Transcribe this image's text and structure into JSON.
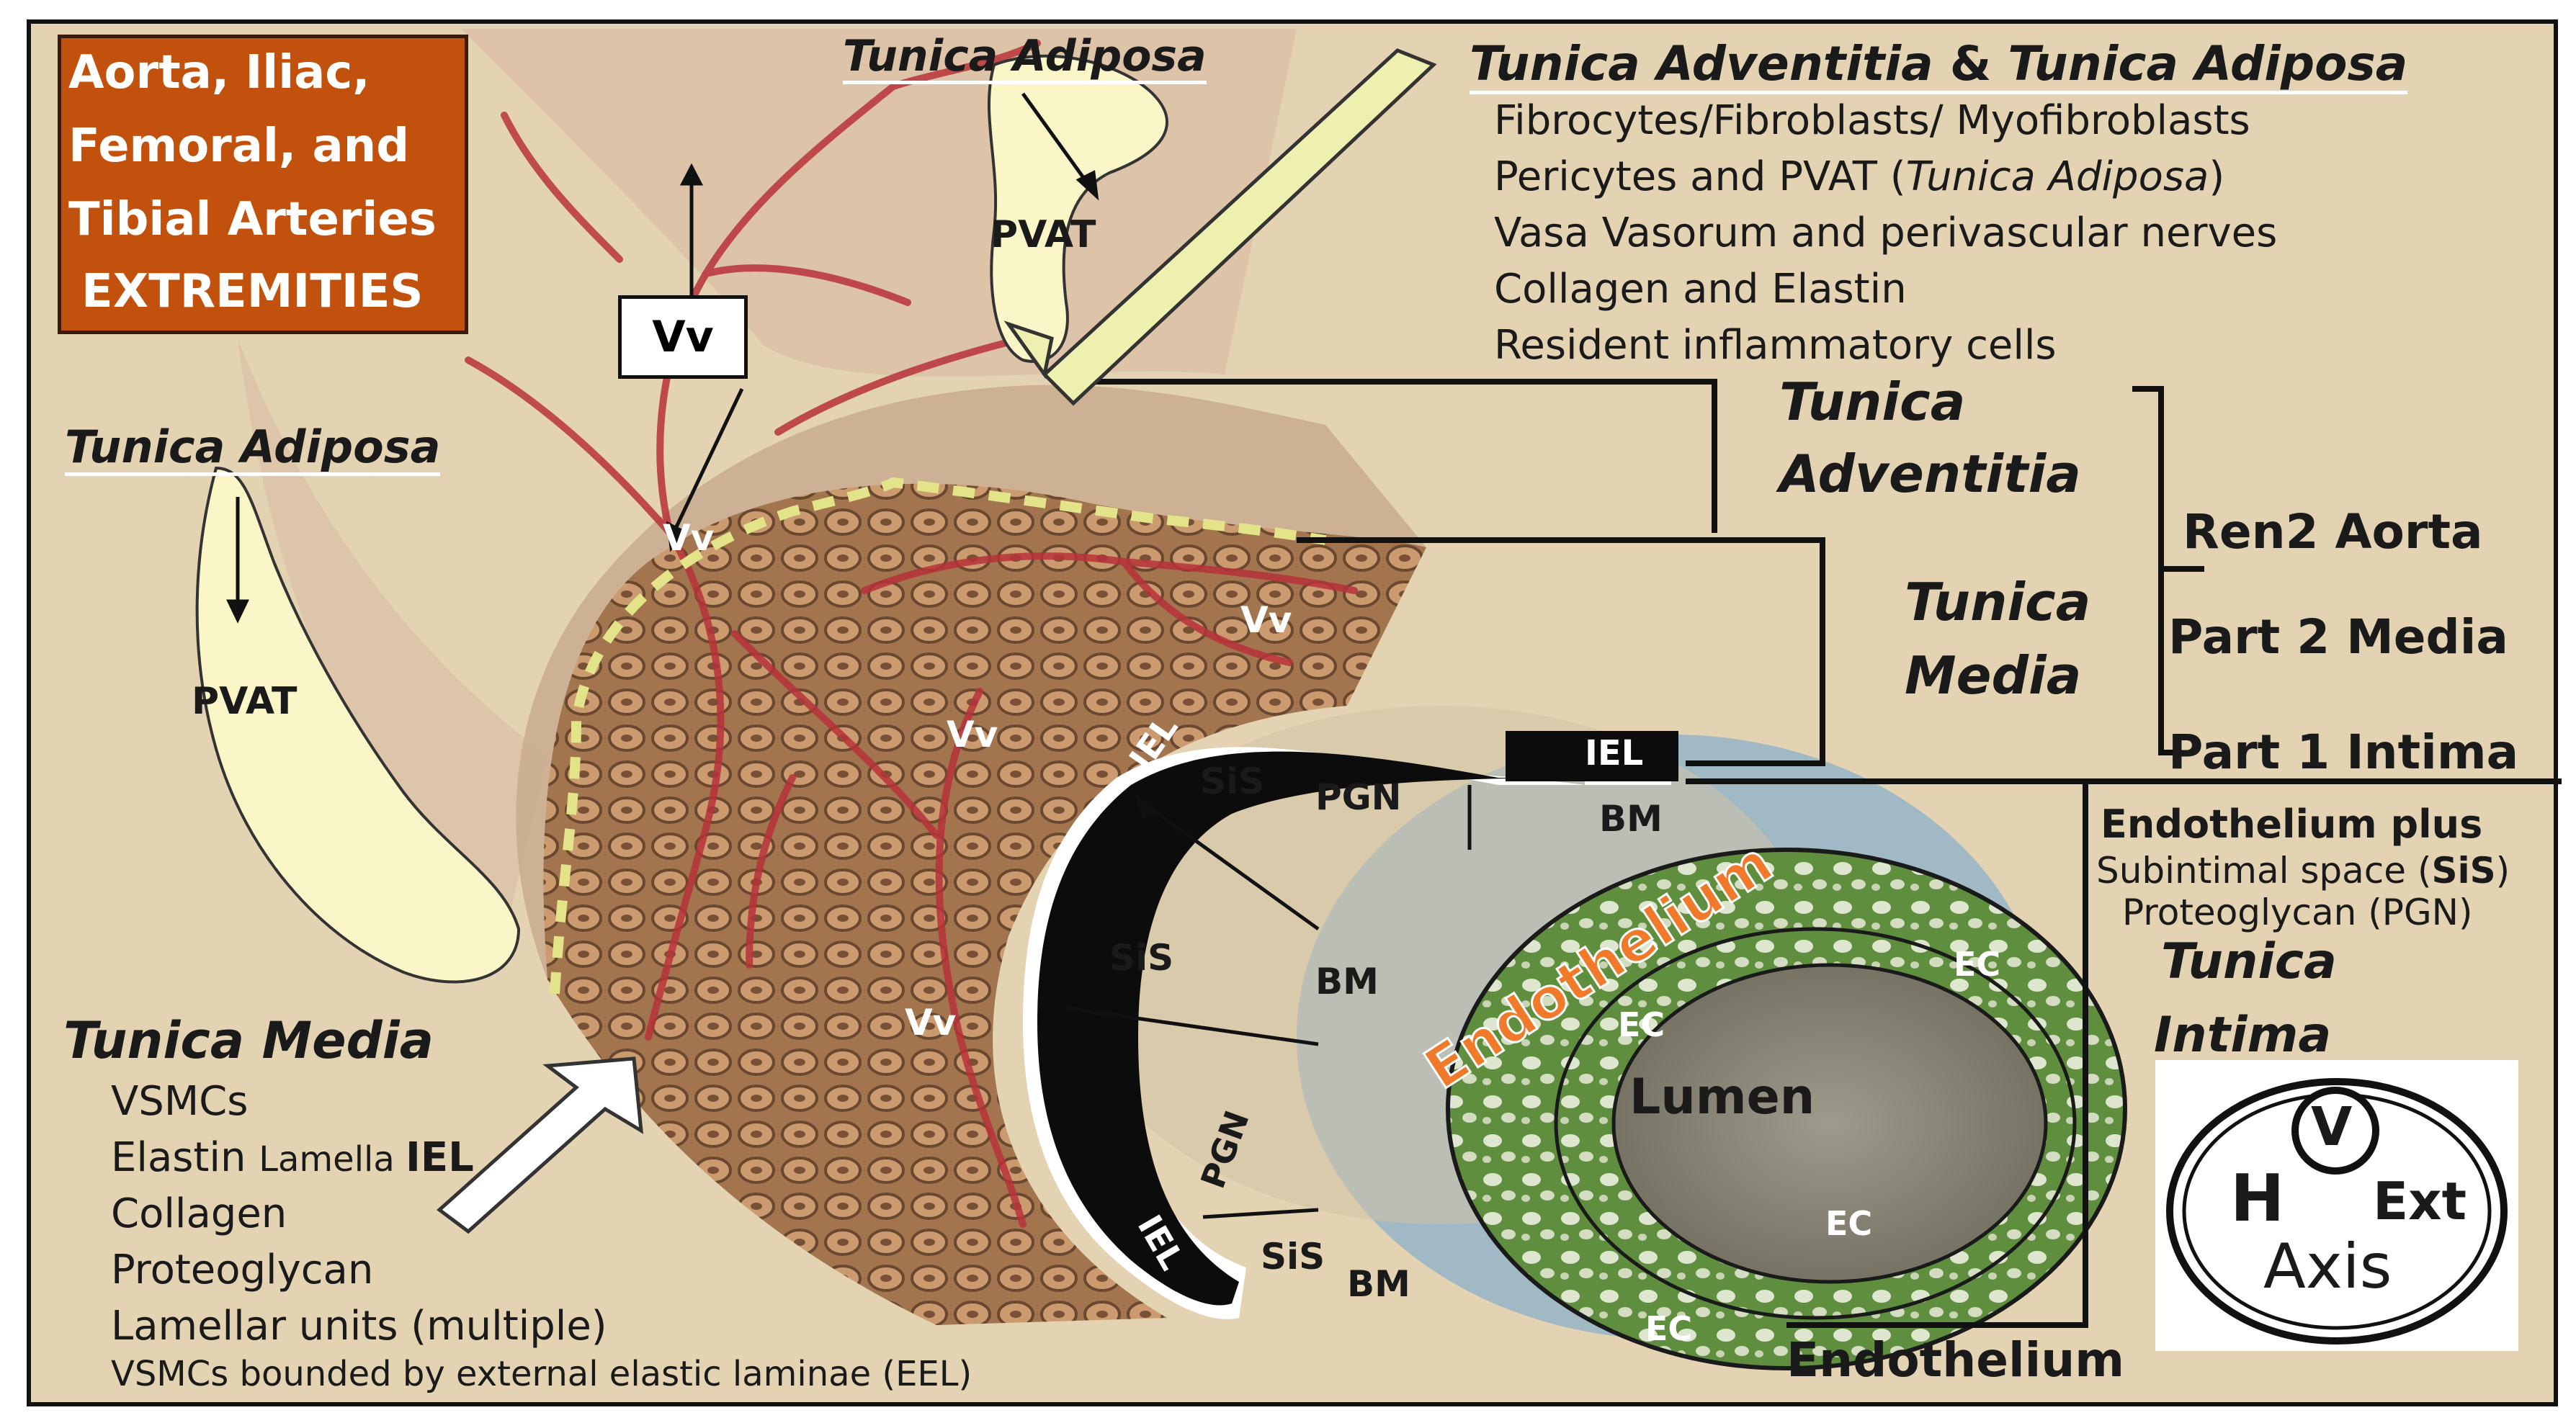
{
  "title_box": {
    "lines": [
      "Aorta, Iliac,",
      "Femoral, and",
      "Tibial Arteries",
      "EXTREMITIES"
    ]
  },
  "labels": {
    "tunica_adiposa_top": "Tunica Adiposa",
    "tunica_adiposa_left": "Tunica Adiposa",
    "pvat_top": "PVAT",
    "pvat_left": "PVAT",
    "vv_box": "Vv",
    "vv_1": "Vv",
    "vv_2": "Vv",
    "vv_3": "Vv",
    "vv_4": "Vv",
    "iel_top_band": "IEL",
    "iel_curve_upper": "IEL",
    "iel_curve_lower": "IEL",
    "sis_1": "SiS",
    "sis_2": "SiS",
    "sis_3": "SiS",
    "pgn_1": "PGN",
    "pgn_2": "PGN",
    "bm_1": "BM",
    "bm_2": "BM",
    "bm_3": "BM",
    "endothelium_curved": "Endothelium",
    "ec_1": "EC",
    "ec_2": "EC",
    "ec_3": "EC",
    "ec_4": "EC",
    "lumen": "Lumen",
    "endothelium_bottom": "Endothelium"
  },
  "adventitia_panel": {
    "heading_part1": "Tunica Adventitia",
    "heading_amp": "&",
    "heading_part2": "Tunica Adiposa",
    "items": [
      "Fibrocytes/Fibroblasts/ Myofibroblasts",
      "Pericytes  and PVAT (",
      "Vasa Vasorum and perivascular nerves",
      "Collagen and Elastin",
      "Resident inflammatory cells"
    ],
    "pvat_italic": "Tunica Adiposa",
    "pvat_close": ")"
  },
  "layer_labels": {
    "adventitia_1": "Tunica",
    "adventitia_2": "Adventitia",
    "media_1": "Tunica",
    "media_2": "Media",
    "ren2": "Ren2 Aorta",
    "part2": "Part 2 Media",
    "part1": "Part 1 Intima"
  },
  "intima_panel": {
    "line1": "Endothelium plus",
    "line2": "Subintimal space (",
    "line2_bold": "SiS",
    "line2_end": ")",
    "line3": "Proteoglycan (PGN)",
    "title1": "Tunica",
    "title2": "Intima"
  },
  "media_panel": {
    "heading": "Tunica Media",
    "items": [
      "VSMCs",
      "Elastin ",
      "Collagen",
      "Proteoglycan",
      "Lamellar units (multiple)"
    ],
    "lamella_small": "Lamella ",
    "lamella_bold": "IEL",
    "footnote": "VSMCs bounded by external elastic laminae (EEL)"
  },
  "axis_logo": {
    "v": "V",
    "h": "H",
    "ext": "Ext",
    "axis": "Axis"
  },
  "colors": {
    "parchment": "#e3d3b2",
    "title_box": "#c1510c",
    "pvat_fill": "#fbf6c8",
    "vessel_red": "#b8323a",
    "endothelium_green": "#6f9a4a",
    "bm_blue": "#8fb3c9",
    "endothelium_text": "#f07a2a",
    "dashed_line": "#e3e48a"
  }
}
